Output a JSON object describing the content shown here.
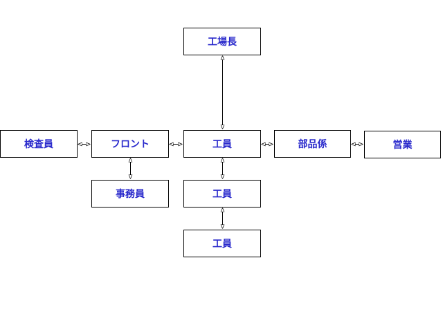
{
  "diagram": {
    "colors": {
      "background": "#ffffff",
      "box_border": "#000000",
      "label_text": "#2a2acc",
      "connector": "#000000"
    },
    "nodes": [
      {
        "id": "plant-manager",
        "label": "工場長"
      },
      {
        "id": "inspector",
        "label": "検査員"
      },
      {
        "id": "front",
        "label": "フロント"
      },
      {
        "id": "worker-1",
        "label": "工員"
      },
      {
        "id": "parts-clerk",
        "label": "部品係"
      },
      {
        "id": "sales",
        "label": "営業"
      },
      {
        "id": "office-clerk",
        "label": "事務員"
      },
      {
        "id": "worker-2",
        "label": "工員"
      },
      {
        "id": "worker-3",
        "label": "工員"
      }
    ],
    "edges": [
      {
        "from": "plant-manager",
        "to": "worker-1",
        "style": "double-arrow"
      },
      {
        "from": "inspector",
        "to": "front",
        "style": "double-arrow"
      },
      {
        "from": "front",
        "to": "worker-1",
        "style": "double-arrow"
      },
      {
        "from": "worker-1",
        "to": "parts-clerk",
        "style": "double-arrow"
      },
      {
        "from": "parts-clerk",
        "to": "sales",
        "style": "double-arrow"
      },
      {
        "from": "front",
        "to": "office-clerk",
        "style": "double-arrow"
      },
      {
        "from": "worker-1",
        "to": "worker-2",
        "style": "double-arrow"
      },
      {
        "from": "worker-2",
        "to": "worker-3",
        "style": "double-arrow"
      }
    ]
  }
}
